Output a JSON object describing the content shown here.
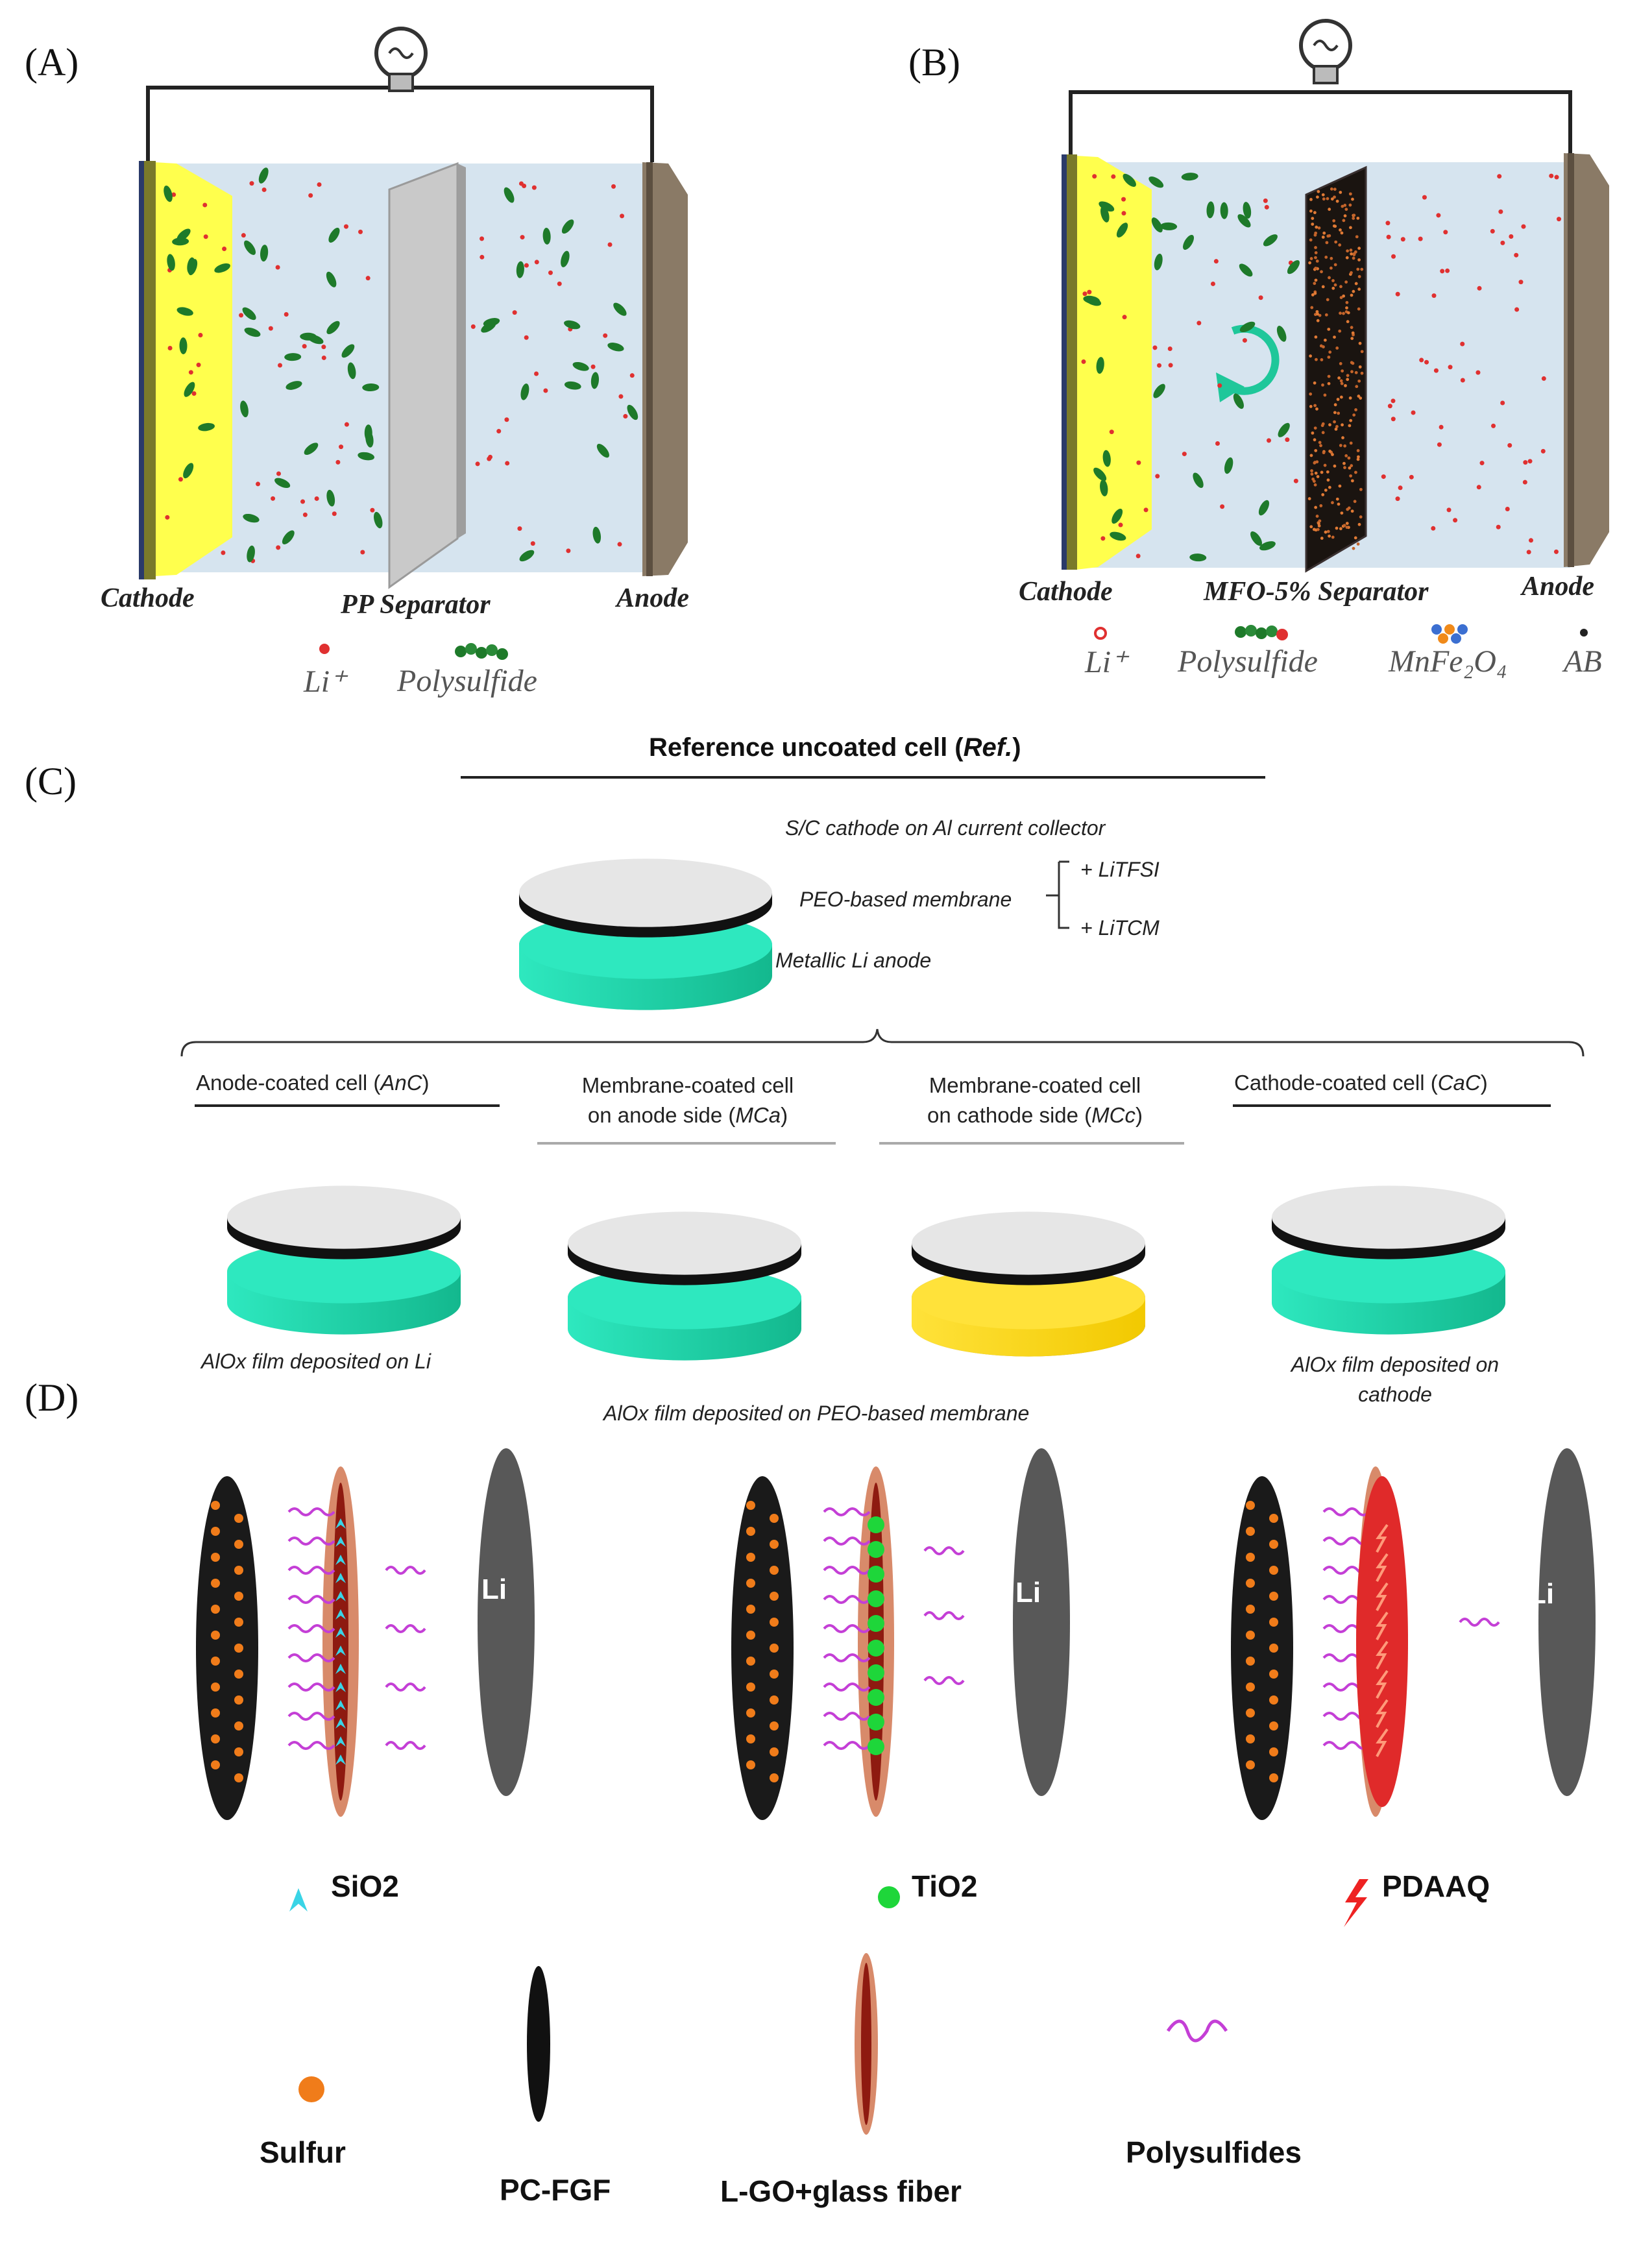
{
  "panel_a": {
    "label": "(A)",
    "cathode": "Cathode",
    "separator": "PP Separator",
    "anode": "Anode",
    "legend_li": "Li⁺",
    "legend_ps": "Polysulfide"
  },
  "panel_b": {
    "label": "(B)",
    "cathode": "Cathode",
    "separator": "MFO-5% Separator",
    "anode": "Anode",
    "legend_li": "Li⁺",
    "legend_ps": "Polysulfide",
    "legend_mfo": "MnFe₂O₄",
    "legend_ab": "AB"
  },
  "panel_c": {
    "label": "(C)",
    "header_main": "Reference uncoated cell (",
    "header_ref": "Ref.",
    "header_close": ")",
    "ref_cathode": "S/C cathode on Al current collector",
    "ref_membrane": "PEO-based membrane",
    "ref_litfsi": "+ LiTFSI",
    "ref_litcm": "+ LiTCM",
    "ref_anode": "Metallic Li anode",
    "cells": [
      {
        "line1": "Anode-coated cell (",
        "abbr": "AnC",
        "close": ")",
        "line2": ""
      },
      {
        "line1": "Membrane-coated cell",
        "line2a": "on anode side (",
        "abbr": "MCa",
        "close": ")"
      },
      {
        "line1": "Membrane-coated cell",
        "line2a": "on cathode side (",
        "abbr": "MCc",
        "close": ")"
      },
      {
        "line1": "Cathode-coated cell (",
        "abbr": "CaC",
        "close": ")",
        "line2": ""
      }
    ],
    "note_li": "AlOx film deposited on Li",
    "note_membrane": "AlOx film deposited on PEO-based membrane",
    "note_cathode_1": "AlOx film deposited on",
    "note_cathode_2": "cathode"
  },
  "panel_d": {
    "label": "(D)",
    "li_label": "Li",
    "materials": [
      "SiO2",
      "TiO2",
      "PDAAQ"
    ],
    "legend": [
      "Sulfur",
      "PC-FGF",
      "L-GO+glass fiber",
      "Polysulfides"
    ]
  },
  "colors": {
    "electrolyte": "#d6e4ef",
    "cathode_yellow": "#ffff4d",
    "polysulfide_green": "#1e7a2a",
    "li_red": "#e03030",
    "membrane_teal": "#1fe0b2",
    "coating_yellow": "#ffe23a",
    "sulfur_orange": "#f07c1a",
    "lgo_brown": "#c0391f",
    "polysulfide_magenta": "#c43fd6",
    "sio2_cyan": "#39d4e6",
    "tio2_green": "#1ed63a",
    "pdaaq_red": "#ee2222"
  }
}
